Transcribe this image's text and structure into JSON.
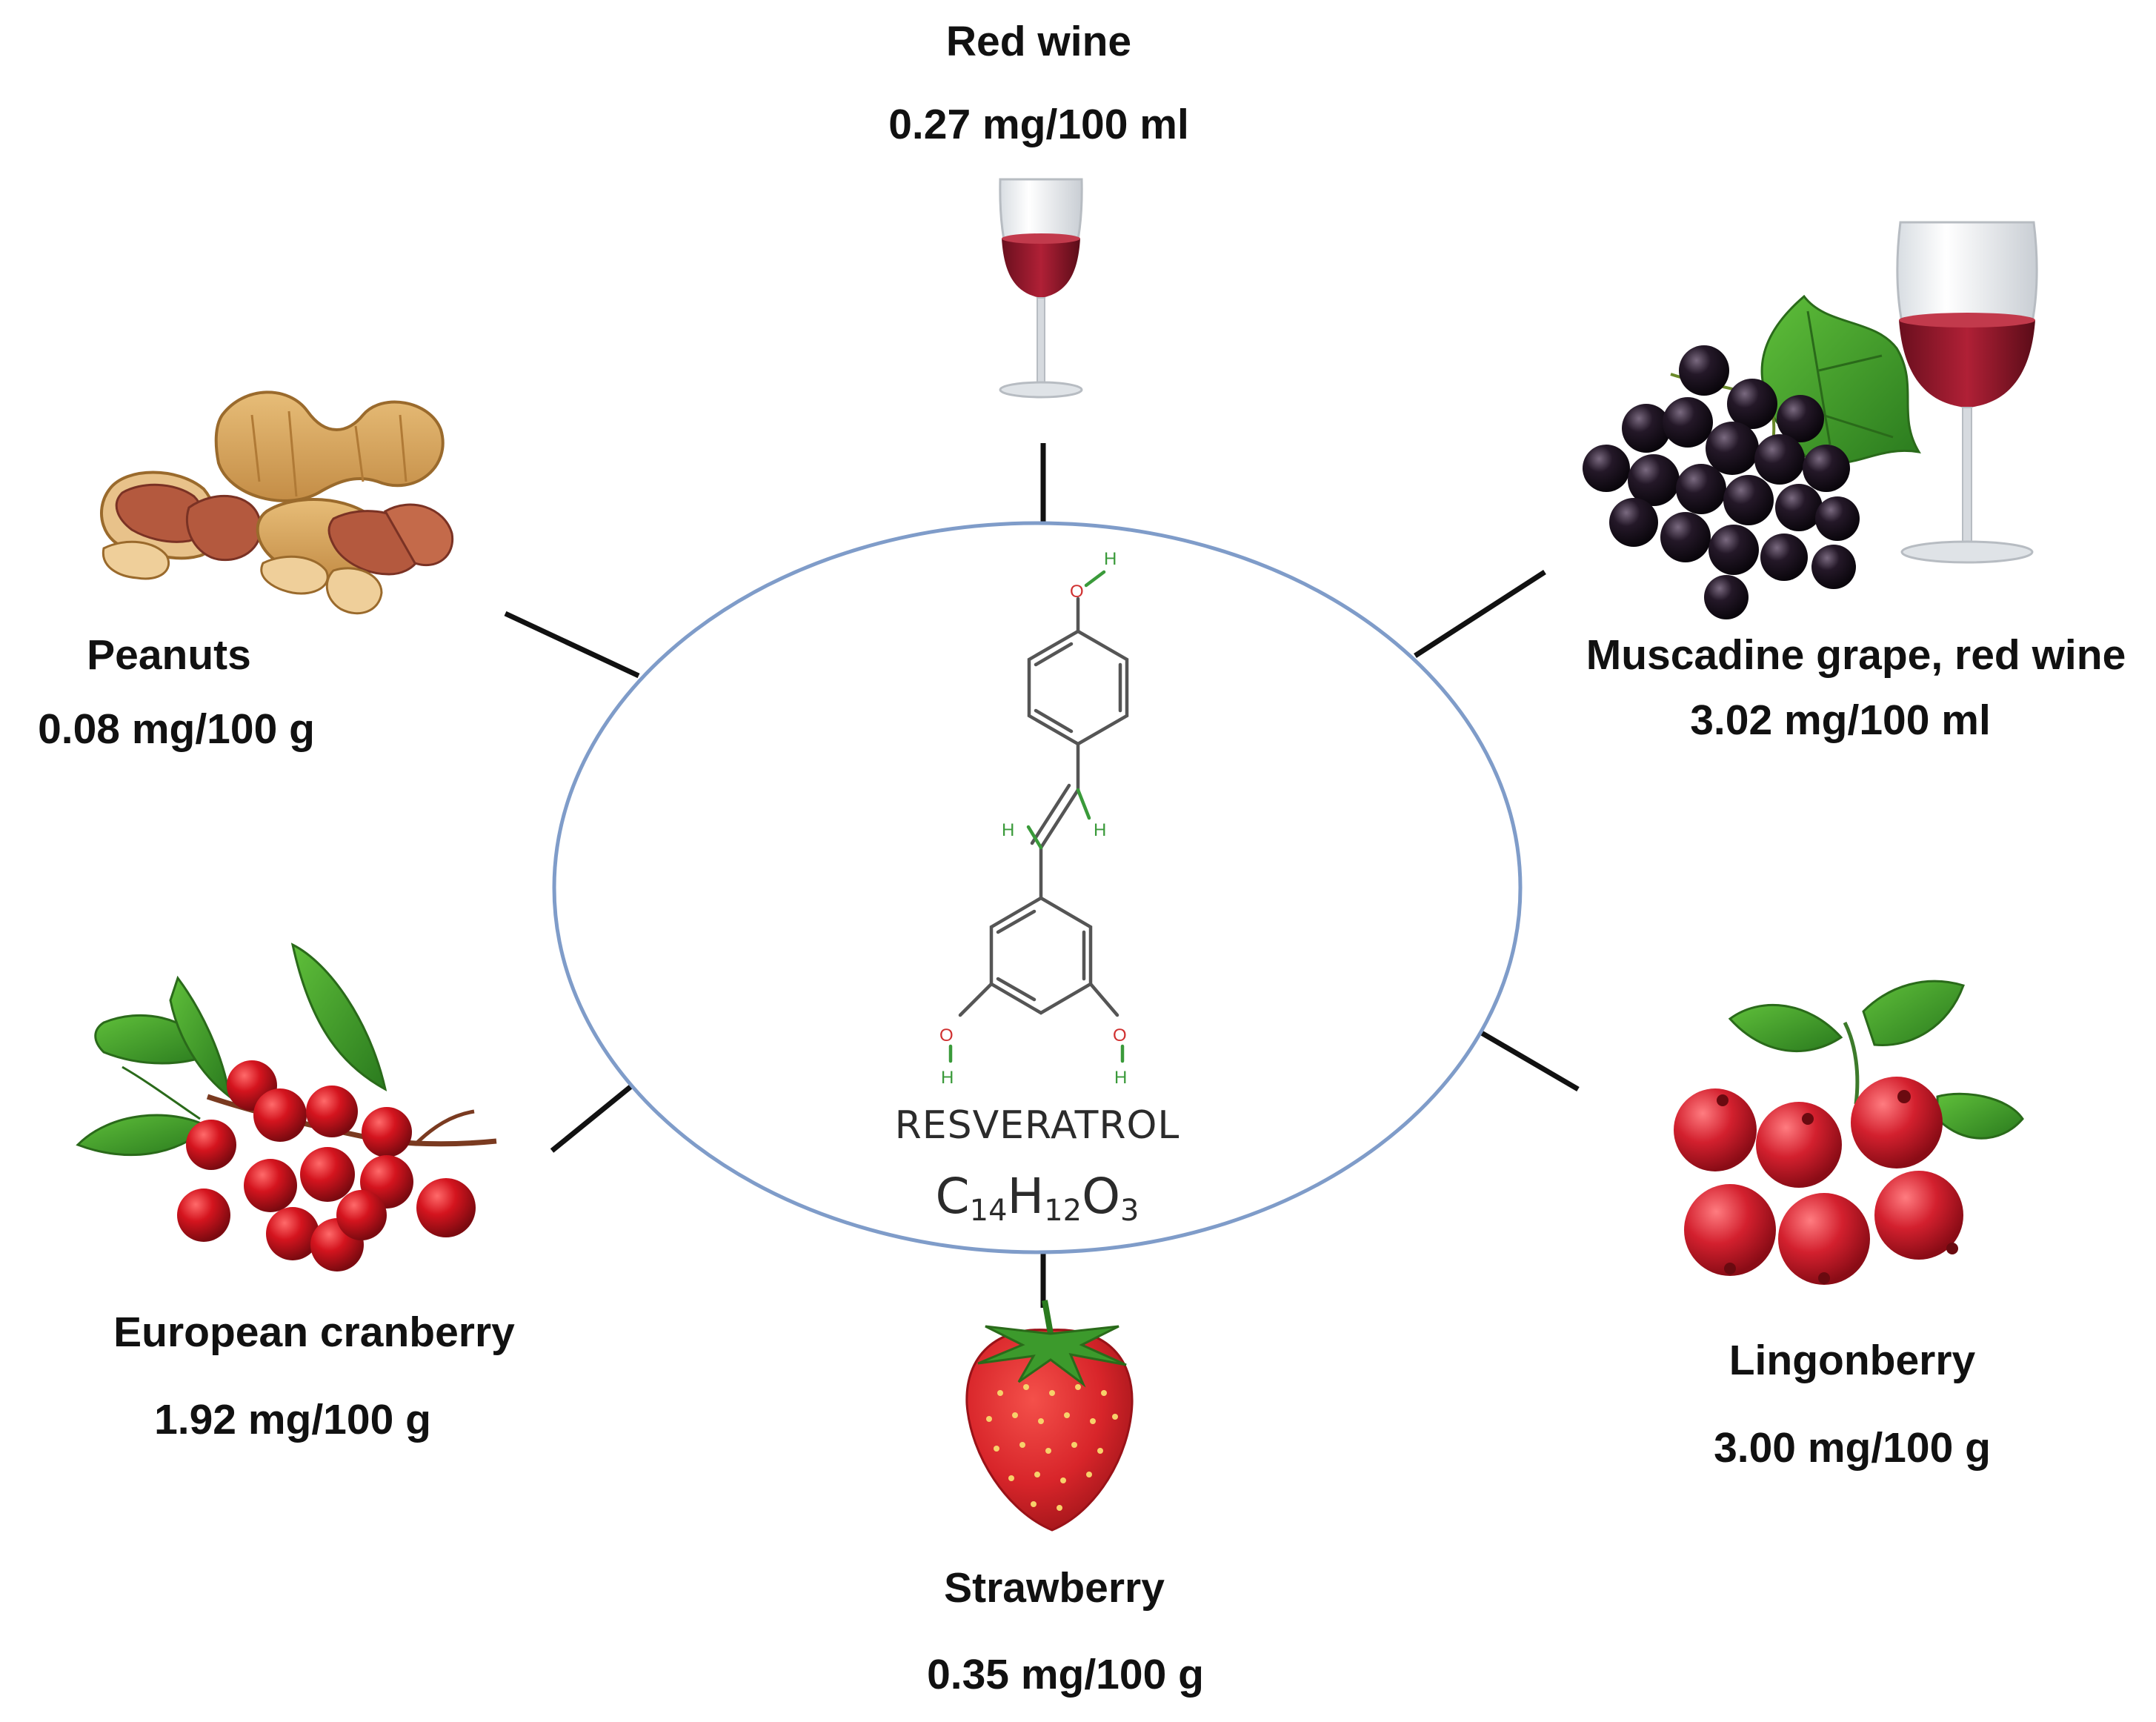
{
  "center": {
    "name": "RESVERATROL",
    "formula": {
      "c": "C",
      "c_count": "14",
      "h": "H",
      "h_count": "12",
      "o": "O",
      "o_count": "3"
    },
    "atom_labels": {
      "oxygen": "O",
      "hydrogen": "H"
    }
  },
  "sources": [
    {
      "id": "red-wine",
      "name": "Red wine",
      "amount": "0.27 mg/100 ml",
      "icon": "wine-glass-icon"
    },
    {
      "id": "muscadine",
      "name": "Muscadine grape, red wine",
      "amount": "3.02 mg/100 ml",
      "icon": "grapes-and-wine-icon"
    },
    {
      "id": "peanuts",
      "name": "Peanuts",
      "amount": "0.08 mg/100 g",
      "icon": "peanuts-icon"
    },
    {
      "id": "european-cranberry",
      "name": "European cranberry",
      "amount": "1.92 mg/100 g",
      "icon": "cranberry-branch-icon"
    },
    {
      "id": "lingonberry",
      "name": "Lingonberry",
      "amount": "3.00 mg/100 g",
      "icon": "lingonberry-icon"
    },
    {
      "id": "strawberry",
      "name": "Strawberry",
      "amount": "0.35 mg/100 g",
      "icon": "strawberry-icon"
    }
  ],
  "colors": {
    "ellipse_stroke": "#7f9cc9",
    "connector": "#111111",
    "oxygen": "#d03030",
    "hydrogen": "#3a9a3a",
    "bond": "#555555",
    "wine": "#8e1b2e",
    "berry_red": "#d11a22",
    "leaf_green": "#3e8f2a",
    "grape": "#1e1424",
    "peanut_shell": "#d8a860",
    "peanut_seed": "#a85a3e"
  }
}
